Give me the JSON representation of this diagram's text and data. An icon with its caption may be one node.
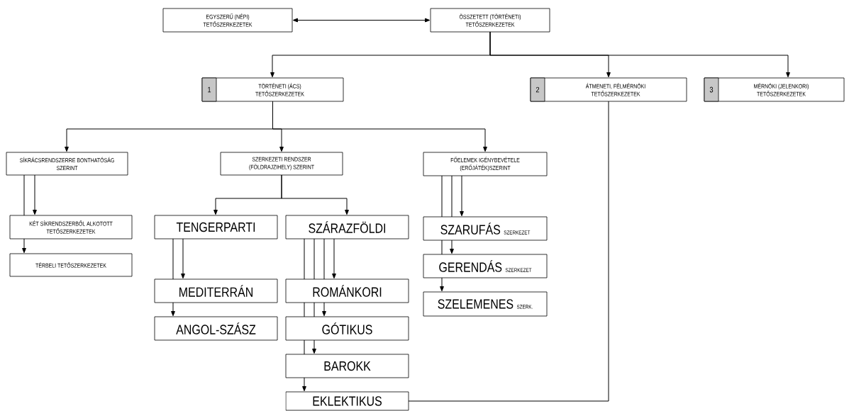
{
  "diagram": {
    "nodes": [
      {
        "text": [
          "EGYSZERŰ (NÉPI) TETŐSZERKEZETEK"
        ]
      },
      {
        "text": [
          "ÖSSZETETT (TÖRTÉNETI) TETŐSZERKEZETEK"
        ]
      },
      {
        "text": [
          "TÖRTÉNETI (ÁCS) TETŐSZERKEZETEK"
        ]
      },
      {
        "text": [
          "1"
        ],
        "in": 2
      },
      {
        "text": [
          "ÁTMENETI, FÉLMÉRNÖKI TETŐSZERKEZETEK"
        ]
      },
      {
        "text": [
          "2"
        ],
        "in": 4
      },
      {
        "text": [
          "MÉRNÖKI (JELENKORI) TETŐSZERKEZETEK"
        ]
      },
      {
        "text": [
          "3"
        ],
        "in": 6
      },
      {
        "text": [
          "SÍKRÁCSRENDSZERRE BONTHATÓSÁG SZERINT"
        ]
      },
      {
        "text": [
          "SZERKEZETI RENDSZER (FÖLDRAJZIHELY) SZERINT"
        ]
      },
      {
        "text": [
          "FŐELEMEK IGÉNYBEVÉTELE (ERŐJÁTÉK)SZERINT"
        ]
      },
      {
        "text": [
          "KÉT SÍKRENDSZERBŐL ALKOTOTT TETŐSZERKEZETEK"
        ]
      },
      {
        "text": [
          "TÉRBELI TETŐSZERKEZETEK"
        ]
      },
      {
        "text": [
          "TENGERPARTI"
        ]
      },
      {
        "text": [
          "SZÁRAZFÖLDI"
        ]
      },
      {
        "text": [
          "MEDITERRÁN"
        ]
      },
      {
        "text": [
          "ANGOL-SZÁSZ"
        ]
      },
      {
        "text": [
          "ROMÁNKORI"
        ]
      },
      {
        "text": [
          "GÓTIKUS"
        ]
      },
      {
        "text": [
          "BAROKK"
        ]
      },
      {
        "text": [
          "EKLEKTIKUS"
        ]
      },
      {
        "text": [
          "SZARUFÁS",
          "SZERKEZET"
        ]
      },
      {
        "text": [
          "GERENDÁS",
          "SZERKEZET"
        ]
      },
      {
        "text": [
          "SZELEMENES",
          "SZERK."
        ]
      }
    ],
    "edges": [
      {
        "from": 0,
        "to": 1,
        "arrow": "both"
      },
      {
        "from": 1,
        "to": 2,
        "arrow": "to"
      },
      {
        "from": 1,
        "to": 4,
        "arrow": "to"
      },
      {
        "from": 1,
        "to": 6,
        "arrow": "to"
      },
      {
        "from": 2,
        "to": 8,
        "arrow": "to"
      },
      {
        "from": 2,
        "to": 9,
        "arrow": "to"
      },
      {
        "from": 2,
        "to": 10,
        "arrow": "to"
      },
      {
        "from": 8,
        "to": 11,
        "arrow": "none"
      },
      {
        "from": 8,
        "to": 11,
        "arrow": "to"
      },
      {
        "from": 11,
        "to": 12,
        "arrow": "to"
      },
      {
        "from": 9,
        "to": 13,
        "arrow": "to"
      },
      {
        "from": 9,
        "to": 14,
        "arrow": "to"
      },
      {
        "from": 13,
        "to": 15,
        "arrow": "none"
      },
      {
        "from": 13,
        "to": 15,
        "arrow": "to"
      },
      {
        "from": 15,
        "to": 16,
        "arrow": "to"
      },
      {
        "from": 14,
        "to": 17,
        "arrow": "none"
      },
      {
        "from": 14,
        "to": 17,
        "arrow": "none"
      },
      {
        "from": 14,
        "to": 17,
        "arrow": "none"
      },
      {
        "from": 14,
        "to": 17,
        "arrow": "to"
      },
      {
        "from": 17,
        "to": 18,
        "arrow": "none"
      },
      {
        "from": 17,
        "to": 18,
        "arrow": "none"
      },
      {
        "from": 17,
        "to": 18,
        "arrow": "to"
      },
      {
        "from": 18,
        "to": 19,
        "arrow": "none"
      },
      {
        "from": 18,
        "to": 19,
        "arrow": "to"
      },
      {
        "from": 19,
        "to": 20,
        "arrow": "to"
      },
      {
        "from": 10,
        "to": 21,
        "arrow": "none"
      },
      {
        "from": 10,
        "to": 21,
        "arrow": "none"
      },
      {
        "from": 10,
        "to": 21,
        "arrow": "to"
      },
      {
        "from": 21,
        "to": 22,
        "arrow": "none"
      },
      {
        "from": 21,
        "to": 22,
        "arrow": "to"
      },
      {
        "from": 22,
        "to": 23,
        "arrow": "to"
      },
      {
        "from": 4,
        "to": 20,
        "arrow": "none"
      }
    ]
  }
}
